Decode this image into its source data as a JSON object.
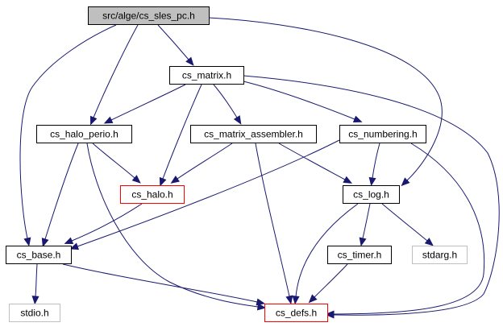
{
  "colors": {
    "edge": "#191970",
    "focus_fill": "#bfbfbf",
    "normal_border": "#000000",
    "truncated_border": "#ff0000",
    "external_border": "#bfbfbf",
    "background": "#ffffff"
  },
  "nodes": [
    {
      "id": "cs_sles_pc_h",
      "label": "src/alge/cs_sles_pc.h",
      "style": "focus"
    },
    {
      "id": "cs_matrix_h",
      "label": "cs_matrix.h",
      "style": "normal"
    },
    {
      "id": "cs_halo_perio_h",
      "label": "cs_halo_perio.h",
      "style": "normal"
    },
    {
      "id": "cs_matrix_assembler_h",
      "label": "cs_matrix_assembler.h",
      "style": "normal"
    },
    {
      "id": "cs_numbering_h",
      "label": "cs_numbering.h",
      "style": "normal"
    },
    {
      "id": "cs_halo_h",
      "label": "cs_halo.h",
      "style": "truncated"
    },
    {
      "id": "cs_log_h",
      "label": "cs_log.h",
      "style": "normal"
    },
    {
      "id": "cs_base_h",
      "label": "cs_base.h",
      "style": "normal"
    },
    {
      "id": "cs_timer_h",
      "label": "cs_timer.h",
      "style": "normal"
    },
    {
      "id": "stdarg_h",
      "label": "stdarg.h",
      "style": "external"
    },
    {
      "id": "stdio_h",
      "label": "stdio.h",
      "style": "external"
    },
    {
      "id": "cs_defs_h",
      "label": "cs_defs.h",
      "style": "truncated"
    }
  ],
  "edges": [
    {
      "from": "cs_sles_pc_h",
      "to": "cs_matrix_h"
    },
    {
      "from": "cs_sles_pc_h",
      "to": "cs_halo_perio_h"
    },
    {
      "from": "cs_sles_pc_h",
      "to": "cs_base_h"
    },
    {
      "from": "cs_sles_pc_h",
      "to": "cs_log_h"
    },
    {
      "from": "cs_matrix_h",
      "to": "cs_halo_perio_h"
    },
    {
      "from": "cs_matrix_h",
      "to": "cs_halo_h"
    },
    {
      "from": "cs_matrix_h",
      "to": "cs_matrix_assembler_h"
    },
    {
      "from": "cs_matrix_h",
      "to": "cs_numbering_h"
    },
    {
      "from": "cs_matrix_h",
      "to": "cs_defs_h"
    },
    {
      "from": "cs_halo_perio_h",
      "to": "cs_halo_h"
    },
    {
      "from": "cs_halo_perio_h",
      "to": "cs_base_h"
    },
    {
      "from": "cs_halo_perio_h",
      "to": "cs_defs_h"
    },
    {
      "from": "cs_matrix_assembler_h",
      "to": "cs_halo_h"
    },
    {
      "from": "cs_matrix_assembler_h",
      "to": "cs_log_h"
    },
    {
      "from": "cs_matrix_assembler_h",
      "to": "cs_defs_h"
    },
    {
      "from": "cs_numbering_h",
      "to": "cs_log_h"
    },
    {
      "from": "cs_numbering_h",
      "to": "cs_base_h"
    },
    {
      "from": "cs_numbering_h",
      "to": "cs_defs_h"
    },
    {
      "from": "cs_halo_h",
      "to": "cs_base_h"
    },
    {
      "from": "cs_log_h",
      "to": "cs_timer_h"
    },
    {
      "from": "cs_log_h",
      "to": "stdarg_h"
    },
    {
      "from": "cs_log_h",
      "to": "cs_defs_h"
    },
    {
      "from": "cs_base_h",
      "to": "stdio_h"
    },
    {
      "from": "cs_base_h",
      "to": "cs_defs_h"
    },
    {
      "from": "cs_timer_h",
      "to": "cs_defs_h"
    }
  ]
}
